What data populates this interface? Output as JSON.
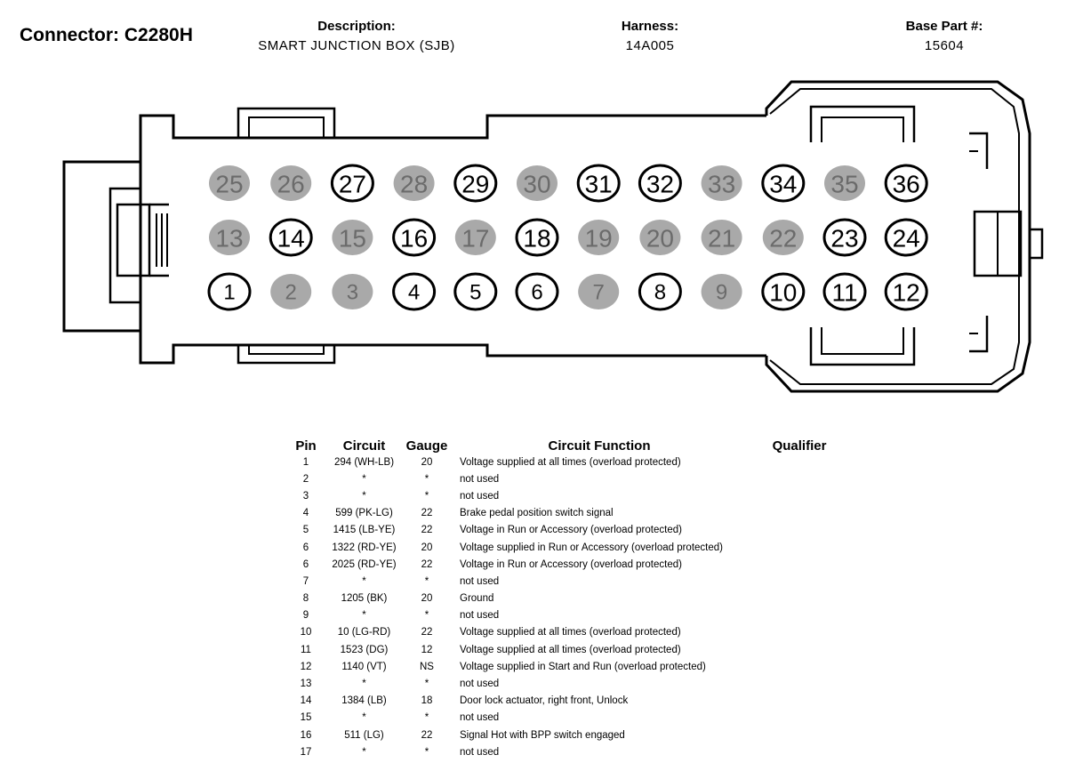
{
  "header": {
    "connector": "Connector: C2280H",
    "description_label": "Description:",
    "description": "SMART JUNCTION BOX (SJB)",
    "harness_label": "Harness:",
    "harness": "14A005",
    "base_part_label": "Base Part #:",
    "base_part": "15604"
  },
  "colors": {
    "used_pin_fill": "#ffffff",
    "unused_pin_fill": "#a9a9a9",
    "unused_pin_text": "#6b6b6b",
    "outline": "#000000"
  },
  "pins": {
    "row_top": [
      {
        "n": "25",
        "used": false
      },
      {
        "n": "26",
        "used": false
      },
      {
        "n": "27",
        "used": true
      },
      {
        "n": "28",
        "used": false
      },
      {
        "n": "29",
        "used": true
      },
      {
        "n": "30",
        "used": false
      },
      {
        "n": "31",
        "used": true
      },
      {
        "n": "32",
        "used": true
      },
      {
        "n": "33",
        "used": false
      },
      {
        "n": "34",
        "used": true
      },
      {
        "n": "35",
        "used": false
      },
      {
        "n": "36",
        "used": true
      }
    ],
    "row_middle": [
      {
        "n": "13",
        "used": false
      },
      {
        "n": "14",
        "used": true
      },
      {
        "n": "15",
        "used": false
      },
      {
        "n": "16",
        "used": true
      },
      {
        "n": "17",
        "used": false
      },
      {
        "n": "18",
        "used": true
      },
      {
        "n": "19",
        "used": false
      },
      {
        "n": "20",
        "used": false
      },
      {
        "n": "21",
        "used": false
      },
      {
        "n": "22",
        "used": false
      },
      {
        "n": "23",
        "used": true
      },
      {
        "n": "24",
        "used": true
      }
    ],
    "row_bottom": [
      {
        "n": "1",
        "used": true
      },
      {
        "n": "2",
        "used": false
      },
      {
        "n": "3",
        "used": false
      },
      {
        "n": "4",
        "used": true
      },
      {
        "n": "5",
        "used": true
      },
      {
        "n": "6",
        "used": true
      },
      {
        "n": "7",
        "used": false
      },
      {
        "n": "8",
        "used": true
      },
      {
        "n": "9",
        "used": false
      },
      {
        "n": "10",
        "used": true
      },
      {
        "n": "11",
        "used": true
      },
      {
        "n": "12",
        "used": true
      }
    ]
  },
  "table": {
    "headers": {
      "pin": "Pin",
      "circuit": "Circuit",
      "gauge": "Gauge",
      "function": "Circuit Function",
      "qualifier": "Qualifier"
    },
    "rows": [
      {
        "pin": "1",
        "circuit": "294 (WH-LB)",
        "gauge": "20",
        "function": "Voltage supplied at all times (overload protected)"
      },
      {
        "pin": "2",
        "circuit": "*",
        "gauge": "*",
        "function": "not used"
      },
      {
        "pin": "3",
        "circuit": "*",
        "gauge": "*",
        "function": "not used"
      },
      {
        "pin": "4",
        "circuit": "599 (PK-LG)",
        "gauge": "22",
        "function": "Brake pedal position switch signal"
      },
      {
        "pin": "5",
        "circuit": "1415 (LB-YE)",
        "gauge": "22",
        "function": "Voltage in Run or Accessory (overload protected)"
      },
      {
        "pin": "6",
        "circuit": "1322 (RD-YE)",
        "gauge": "20",
        "function": "Voltage supplied in Run or Accessory (overload protected)"
      },
      {
        "pin": "6",
        "circuit": "2025 (RD-YE)",
        "gauge": "22",
        "function": "Voltage in Run or Accessory (overload protected)"
      },
      {
        "pin": "7",
        "circuit": "*",
        "gauge": "*",
        "function": "not used"
      },
      {
        "pin": "8",
        "circuit": "1205 (BK)",
        "gauge": "20",
        "function": "Ground"
      },
      {
        "pin": "9",
        "circuit": "*",
        "gauge": "*",
        "function": "not used"
      },
      {
        "pin": "10",
        "circuit": "10 (LG-RD)",
        "gauge": "22",
        "function": "Voltage supplied at all times (overload protected)"
      },
      {
        "pin": "11",
        "circuit": "1523 (DG)",
        "gauge": "12",
        "function": "Voltage supplied at all times (overload protected)"
      },
      {
        "pin": "12",
        "circuit": "1140 (VT)",
        "gauge": "NS",
        "function": "Voltage supplied in Start and Run (overload protected)"
      },
      {
        "pin": "13",
        "circuit": "*",
        "gauge": "*",
        "function": "not used"
      },
      {
        "pin": "14",
        "circuit": "1384 (LB)",
        "gauge": "18",
        "function": "Door lock actuator, right front, Unlock"
      },
      {
        "pin": "15",
        "circuit": "*",
        "gauge": "*",
        "function": "not used"
      },
      {
        "pin": "16",
        "circuit": "511 (LG)",
        "gauge": "22",
        "function": "Signal Hot with BPP switch engaged"
      },
      {
        "pin": "17",
        "circuit": "*",
        "gauge": "*",
        "function": "not used"
      }
    ]
  }
}
